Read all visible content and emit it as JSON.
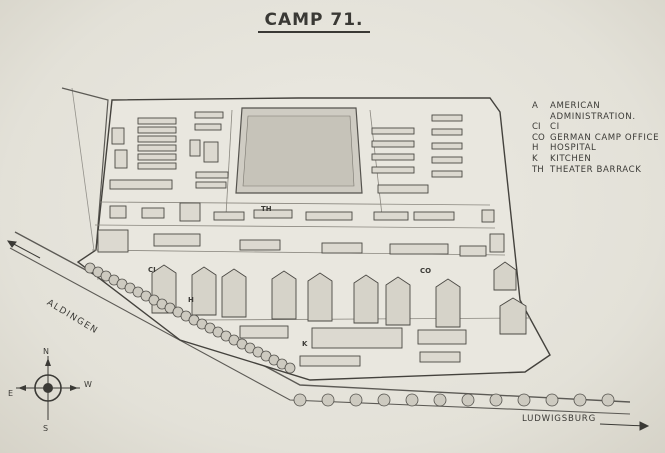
{
  "title": "CAMP 71.",
  "legend": [
    {
      "code": "A",
      "description": "American Administration."
    },
    {
      "code": "CI",
      "description": "CI"
    },
    {
      "code": "CO",
      "description": "German Camp Office"
    },
    {
      "code": "H",
      "description": "Hospital"
    },
    {
      "code": "K",
      "description": "Kitchen"
    },
    {
      "code": "TH",
      "description": "Theater Barrack"
    }
  ],
  "places": {
    "aldingen": "ALDINGEN",
    "ludwigsburg": "LUDWIGSBURG"
  },
  "building_labels": {
    "th": "TH",
    "ci": "CI",
    "h": "H",
    "co": "CO",
    "k": "K"
  },
  "compass": {
    "top": "N",
    "bottom": "S",
    "left": "E",
    "right": "W"
  },
  "colors": {
    "paper": "#e6e4dc",
    "ink": "#3b3a36"
  }
}
